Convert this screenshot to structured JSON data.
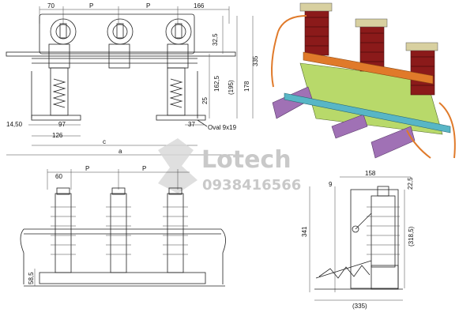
{
  "watermark": {
    "brand": "Lotech",
    "phone": "0938416566"
  },
  "front_view": {
    "dims": {
      "w70": "70",
      "p1": "P",
      "p2": "P",
      "w166": "166",
      "h32_5": "32,5",
      "h335": "335",
      "h162_5": "162,5",
      "h195": "(195)",
      "h178": "178",
      "h25": "25",
      "w14_50": "14,50",
      "w97": "97",
      "w37": "37",
      "w126": "126",
      "c": "c",
      "a": "a"
    },
    "note_oval": "Oval 9x19"
  },
  "bottom_view": {
    "dims": {
      "w60": "60",
      "p1": "P",
      "p2": "P",
      "h58_5": "58,5"
    }
  },
  "side_view": {
    "dims": {
      "w158": "158",
      "h22_5": "22,5",
      "h9": "9",
      "h341": "341",
      "h318_5": "(318,5)",
      "w335": "(335)"
    }
  },
  "render_3d": {
    "colors": {
      "insulator": "#8b1a1a",
      "bus_bar": "#e07a2a",
      "frame": "#b8d96a",
      "brackets": "#a071b5",
      "shaft": "#58b6c6"
    }
  }
}
